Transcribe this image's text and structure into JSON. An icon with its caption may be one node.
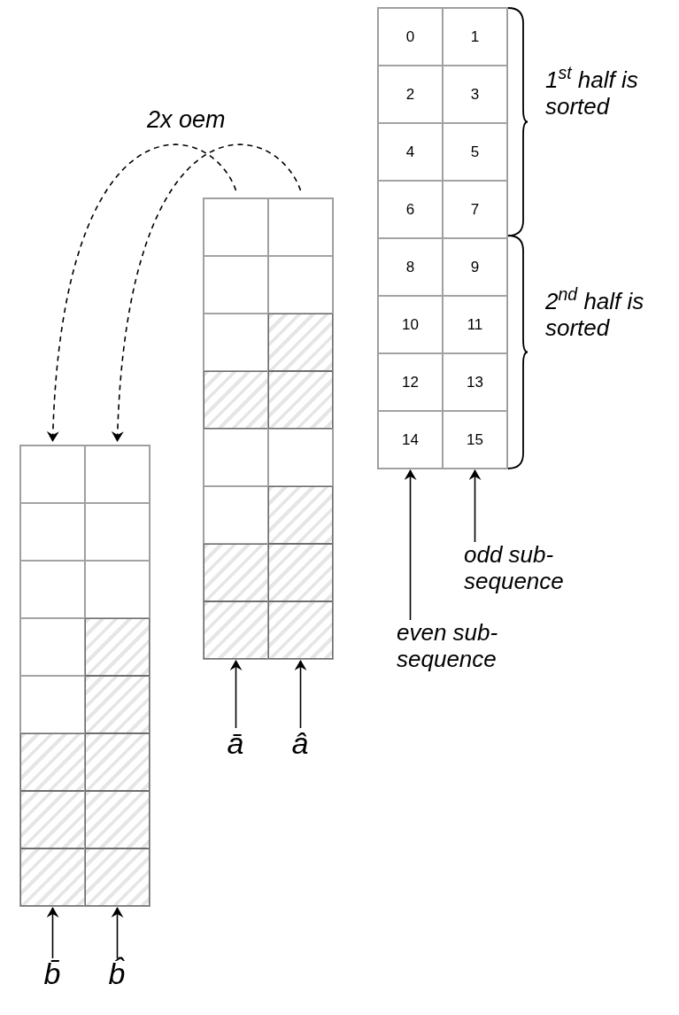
{
  "diagram": {
    "nodes": [
      {
        "text": [],
        "shape": "box"
      },
      {
        "text": [],
        "shape": "box"
      },
      {
        "text": [
          "0"
        ],
        "in": 0
      },
      {
        "text": [
          "1"
        ],
        "in": 1
      },
      {
        "text": [
          "2"
        ],
        "in": 0
      },
      {
        "text": [
          "3"
        ],
        "in": 1
      },
      {
        "text": [
          "4"
        ],
        "in": 0
      },
      {
        "text": [
          "5"
        ],
        "in": 1
      },
      {
        "text": [
          "6"
        ],
        "in": 0
      },
      {
        "text": [
          "7"
        ],
        "in": 1
      },
      {
        "text": [
          "8"
        ],
        "in": 0
      },
      {
        "text": [
          "9"
        ],
        "in": 1
      },
      {
        "text": [
          "10"
        ],
        "in": 0
      },
      {
        "text": [
          "11"
        ],
        "in": 1
      },
      {
        "text": [
          "12"
        ],
        "in": 0
      },
      {
        "text": [
          "13"
        ],
        "in": 1
      },
      {
        "text": [
          "14"
        ],
        "in": 0
      },
      {
        "text": [
          "15"
        ],
        "in": 1
      },
      {
        "text": [
          "even sub- sequence"
        ]
      },
      {
        "text": [
          "odd sub- sequence"
        ]
      },
      {
        "text": [],
        "shape": "box"
      },
      {
        "text": [],
        "shape": "box"
      },
      {
        "text": [],
        "shape": "box",
        "in": 20
      },
      {
        "text": [],
        "shape": "box",
        "in": 21
      },
      {
        "text": [],
        "shape": "box",
        "in": 20
      },
      {
        "text": [],
        "shape": "box",
        "in": 21
      },
      {
        "text": [],
        "shape": "box",
        "in": 20
      },
      {
        "text": [],
        "shape": "box",
        "in": 21
      },
      {
        "text": [],
        "shape": "box",
        "in": 20
      },
      {
        "text": [],
        "shape": "box",
        "in": 21
      },
      {
        "text": [],
        "shape": "box",
        "in": 20
      },
      {
        "text": [],
        "shape": "box",
        "in": 21
      },
      {
        "text": [],
        "shape": "box",
        "in": 20
      },
      {
        "text": [],
        "shape": "box",
        "in": 21
      },
      {
        "text": [],
        "shape": "box",
        "in": 20
      },
      {
        "text": [],
        "shape": "box",
        "in": 21
      },
      {
        "text": [],
        "shape": "box",
        "in": 20
      },
      {
        "text": [],
        "shape": "box",
        "in": 21
      },
      {
        "text": [
          "ā"
        ]
      },
      {
        "text": [
          "â"
        ]
      },
      {
        "text": [],
        "shape": "box"
      },
      {
        "text": [],
        "shape": "box"
      },
      {
        "text": [],
        "shape": "box",
        "in": 40
      },
      {
        "text": [],
        "shape": "box",
        "in": 41
      },
      {
        "text": [],
        "shape": "box",
        "in": 40
      },
      {
        "text": [],
        "shape": "box",
        "in": 41
      },
      {
        "text": [],
        "shape": "box",
        "in": 40
      },
      {
        "text": [],
        "shape": "box",
        "in": 41
      },
      {
        "text": [],
        "shape": "box",
        "in": 40
      },
      {
        "text": [],
        "shape": "box",
        "in": 41
      },
      {
        "text": [],
        "shape": "box",
        "in": 40
      },
      {
        "text": [],
        "shape": "box",
        "in": 41
      },
      {
        "text": [],
        "shape": "box",
        "in": 40
      },
      {
        "text": [],
        "shape": "box",
        "in": 41
      },
      {
        "text": [],
        "shape": "box",
        "in": 40
      },
      {
        "text": [],
        "shape": "box",
        "in": 41
      },
      {
        "text": [],
        "shape": "box",
        "in": 40
      },
      {
        "text": [],
        "shape": "box",
        "in": 41
      },
      {
        "text": [
          "b̄"
        ]
      },
      {
        "text": [
          "b̂"
        ]
      }
    ],
    "edges": [
      {
        "from": 18,
        "to": 0,
        "arrow": "to"
      },
      {
        "from": 19,
        "to": 1,
        "arrow": "to"
      },
      {
        "from": 20,
        "to": 40,
        "arrow": "to",
        "style": "dashed"
      },
      {
        "from": 21,
        "to": 41,
        "arrow": "to",
        "style": "dashed"
      },
      {
        "from": 38,
        "to": 20,
        "arrow": "to"
      },
      {
        "from": 39,
        "to": 21,
        "arrow": "to"
      },
      {
        "from": 58,
        "to": 40,
        "arrow": "to"
      },
      {
        "from": 59,
        "to": 41,
        "arrow": "to"
      }
    ],
    "labels": [
      "2x oem",
      "1$^{st}$ half is sorted",
      "2$^{nd}$ half is sorted"
    ]
  }
}
